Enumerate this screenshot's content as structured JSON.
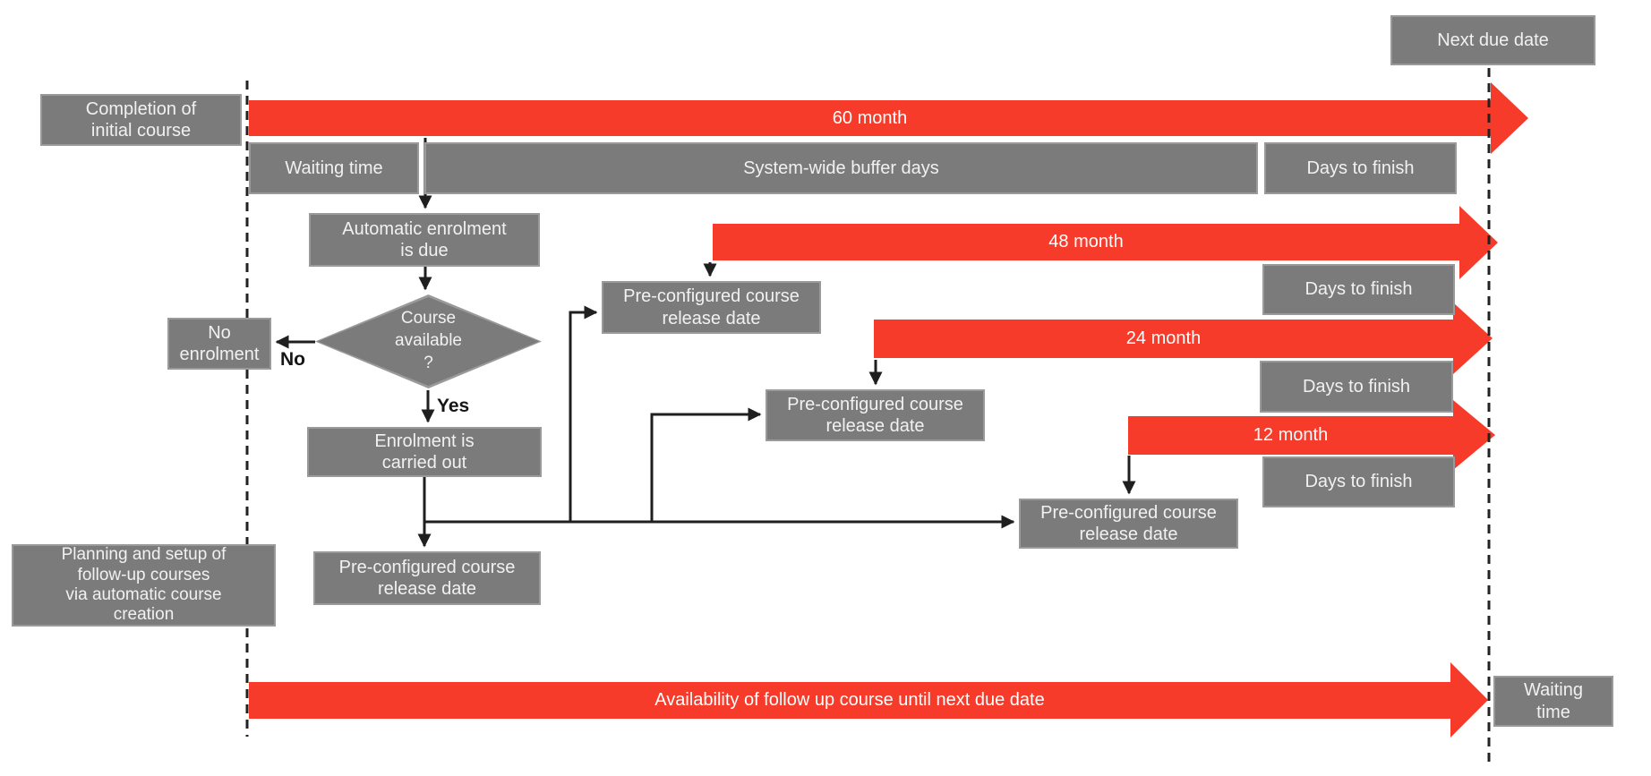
{
  "colors": {
    "red": "#f73b2b",
    "gray": "#7b7b7b",
    "gray_border": "#9a9a9a",
    "line": "#1f1f1f"
  },
  "milestones": {
    "next_due_date": "Next due date",
    "completion": "Completion of\ninitial course"
  },
  "lanes": {
    "waiting_time": "Waiting time",
    "buffer_days": "System-wide buffer days",
    "days_to_finish": "Days to finish"
  },
  "arrows": {
    "m60": "60 month",
    "m48": "48 month",
    "m24": "24 month",
    "m12": "12 month",
    "availability": "Availability of follow up course until next due date"
  },
  "flowchart": {
    "auto_enrolment": "Automatic enrolment\nis due",
    "decision": "Course\navailable\n?",
    "no_label": "No",
    "yes_label": "Yes",
    "no_enrolment": "No\nenrolment",
    "enrolment_done": "Enrolment is\ncarried out",
    "preconfigured_release": "Pre-configured course\nrelease date",
    "planning": "Planning and setup of\nfollow-up courses\nvia automatic course\ncreation",
    "waiting_time_end": "Waiting\ntime"
  }
}
